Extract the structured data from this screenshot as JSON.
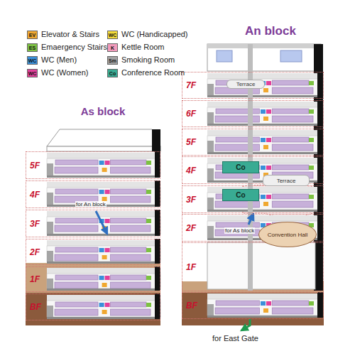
{
  "diagram": {
    "nodes": [
      {
        "text": [
          "As block"
        ]
      },
      {
        "text": [
          "5F"
        ],
        "in": 0
      },
      {
        "text": [
          "4F"
        ],
        "in": 0
      },
      {
        "text": [
          "3F"
        ],
        "in": 0
      },
      {
        "text": [
          "2F"
        ],
        "in": 0
      },
      {
        "text": [
          "1F"
        ],
        "in": 0
      },
      {
        "text": [
          "BF"
        ],
        "in": 0
      },
      {
        "text": [
          "An block"
        ]
      },
      {
        "text": [
          "7F"
        ],
        "in": 7
      },
      {
        "text": [
          "6F"
        ],
        "in": 7
      },
      {
        "text": [
          "5F"
        ],
        "in": 7
      },
      {
        "text": [
          "4F"
        ],
        "in": 7
      },
      {
        "text": [
          "3F"
        ],
        "in": 7
      },
      {
        "text": [
          "2F"
        ],
        "in": 7
      },
      {
        "text": [
          "1F"
        ],
        "in": 7
      },
      {
        "text": [
          "BF"
        ],
        "in": 7
      },
      {
        "text": [
          "Co"
        ],
        "in": 11
      },
      {
        "text": [
          "Co"
        ],
        "in": 12
      },
      {
        "text": [
          "Terrace"
        ],
        "in": 8
      },
      {
        "text": [
          "Terrace"
        ],
        "in": 7
      },
      {
        "text": [
          "Convention Hall"
        ],
        "in": 7
      }
    ],
    "labels": [
      "EV",
      "ES",
      "WC",
      "WC",
      "WC",
      "K",
      "Sm",
      "Co",
      "for An block",
      "for As block",
      "for East Gate"
    ],
    "legend": [
      {
        "text": "Elevator & Stairs",
        "color": "#f0a830"
      },
      {
        "text": "Emaergency Stairs",
        "color": "#7cc142"
      },
      {
        "text": "WC (Men)",
        "color": "#3a8fd9"
      },
      {
        "text": "WC (Women)",
        "color": "#e2409a"
      },
      {
        "text": "WC (Handicapped)",
        "color": "#f4dc3a"
      },
      {
        "text": "Kettle Room",
        "color": "#f29bbb"
      },
      {
        "text": "Smoking Room",
        "color": "#a3a3a3"
      },
      {
        "text": "Conference Room",
        "color": "#39ab93"
      }
    ]
  }
}
